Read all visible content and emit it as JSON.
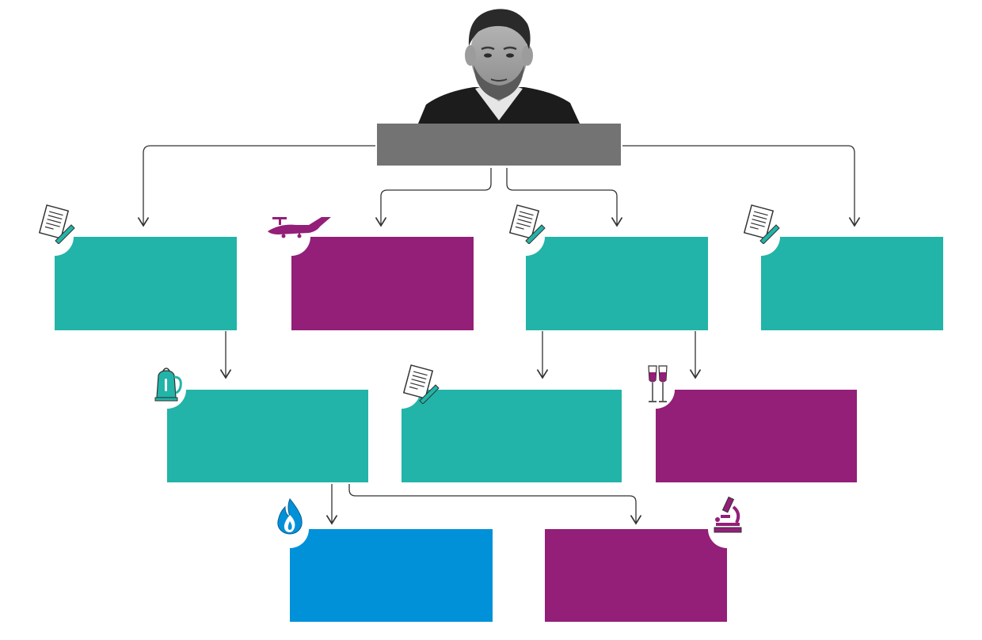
{
  "diagram": {
    "colors": {
      "teal": "#22b4a8",
      "purple": "#931f78",
      "blue": "#0091d9",
      "gray": "#737373",
      "line": "#333333"
    },
    "root": {
      "label": "",
      "image": "portrait-photo"
    },
    "nodes": [
      {
        "id": "n1",
        "color": "teal",
        "icon": "document-pen-icon",
        "label": ""
      },
      {
        "id": "n2",
        "color": "purple",
        "icon": "plane-icon",
        "label": ""
      },
      {
        "id": "n3",
        "color": "teal",
        "icon": "document-pen-icon",
        "label": ""
      },
      {
        "id": "n4",
        "color": "teal",
        "icon": "document-pen-icon",
        "label": ""
      },
      {
        "id": "n5",
        "color": "teal",
        "icon": "kettle-icon",
        "label": ""
      },
      {
        "id": "n6",
        "color": "teal",
        "icon": "document-pen-icon",
        "label": ""
      },
      {
        "id": "n7",
        "color": "purple",
        "icon": "wine-glasses-icon",
        "label": ""
      },
      {
        "id": "n8",
        "color": "blue",
        "icon": "flame-icon",
        "label": ""
      },
      {
        "id": "n9",
        "color": "purple",
        "icon": "microscope-icon",
        "label": ""
      }
    ],
    "edges": [
      {
        "from": "root",
        "to": "n1"
      },
      {
        "from": "root",
        "to": "n2"
      },
      {
        "from": "root",
        "to": "n3"
      },
      {
        "from": "root",
        "to": "n4"
      },
      {
        "from": "n1",
        "to": "n5"
      },
      {
        "from": "n3",
        "to": "n6"
      },
      {
        "from": "n3",
        "to": "n7"
      },
      {
        "from": "n5",
        "to": "n8"
      },
      {
        "from": "n5",
        "to": "n9"
      }
    ]
  }
}
